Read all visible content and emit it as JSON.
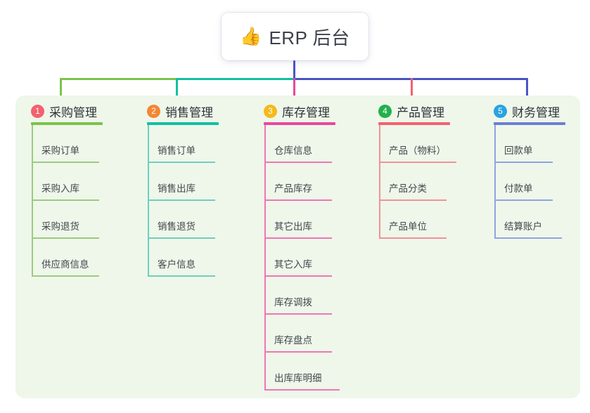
{
  "root": {
    "icon": "thumbs-up-icon",
    "emoji": "👍",
    "title": "ERP 后台"
  },
  "theme": {
    "panel_bg": "#eef7ea",
    "page_bg": "#ffffff",
    "stem_color": "#4a55c4",
    "bus_green": "#7cc34a",
    "bus_teal": "#12bfa3",
    "bus_blue": "#4a55c4",
    "text_dark": "#2f3238",
    "text_leaf": "#44474d"
  },
  "columns": [
    {
      "index": "1",
      "title": "采购管理",
      "badge_color": "#f4616f",
      "line_color": "#7cc34a",
      "stub_color": "#7cc34a",
      "items": [
        "采购订单",
        "采购入库",
        "采购退货",
        "供应商信息"
      ]
    },
    {
      "index": "2",
      "title": "销售管理",
      "badge_color": "#f58634",
      "line_color": "#12bfa3",
      "stub_color": "#12bfa3",
      "items": [
        "销售订单",
        "销售出库",
        "销售退货",
        "客户信息"
      ]
    },
    {
      "index": "3",
      "title": "库存管理",
      "badge_color": "#f5b91a",
      "line_color": "#e8489c",
      "stub_color": "#e8489c",
      "items": [
        "仓库信息",
        "产品库存",
        "其它出库",
        "其它入库",
        "库存调拨",
        "库存盘点",
        "出库库明细"
      ]
    },
    {
      "index": "4",
      "title": "产品管理",
      "badge_color": "#22b14c",
      "line_color": "#f4616f",
      "stub_color": "#f4616f",
      "items": [
        "产品（物料）",
        "产品分类",
        "产品单位"
      ]
    },
    {
      "index": "5",
      "title": "财务管理",
      "badge_color": "#29a3e0",
      "line_color": "#6b7fd4",
      "stub_color": "#4a55c4",
      "items": [
        "回款单",
        "付款单",
        "结算账户"
      ]
    }
  ]
}
